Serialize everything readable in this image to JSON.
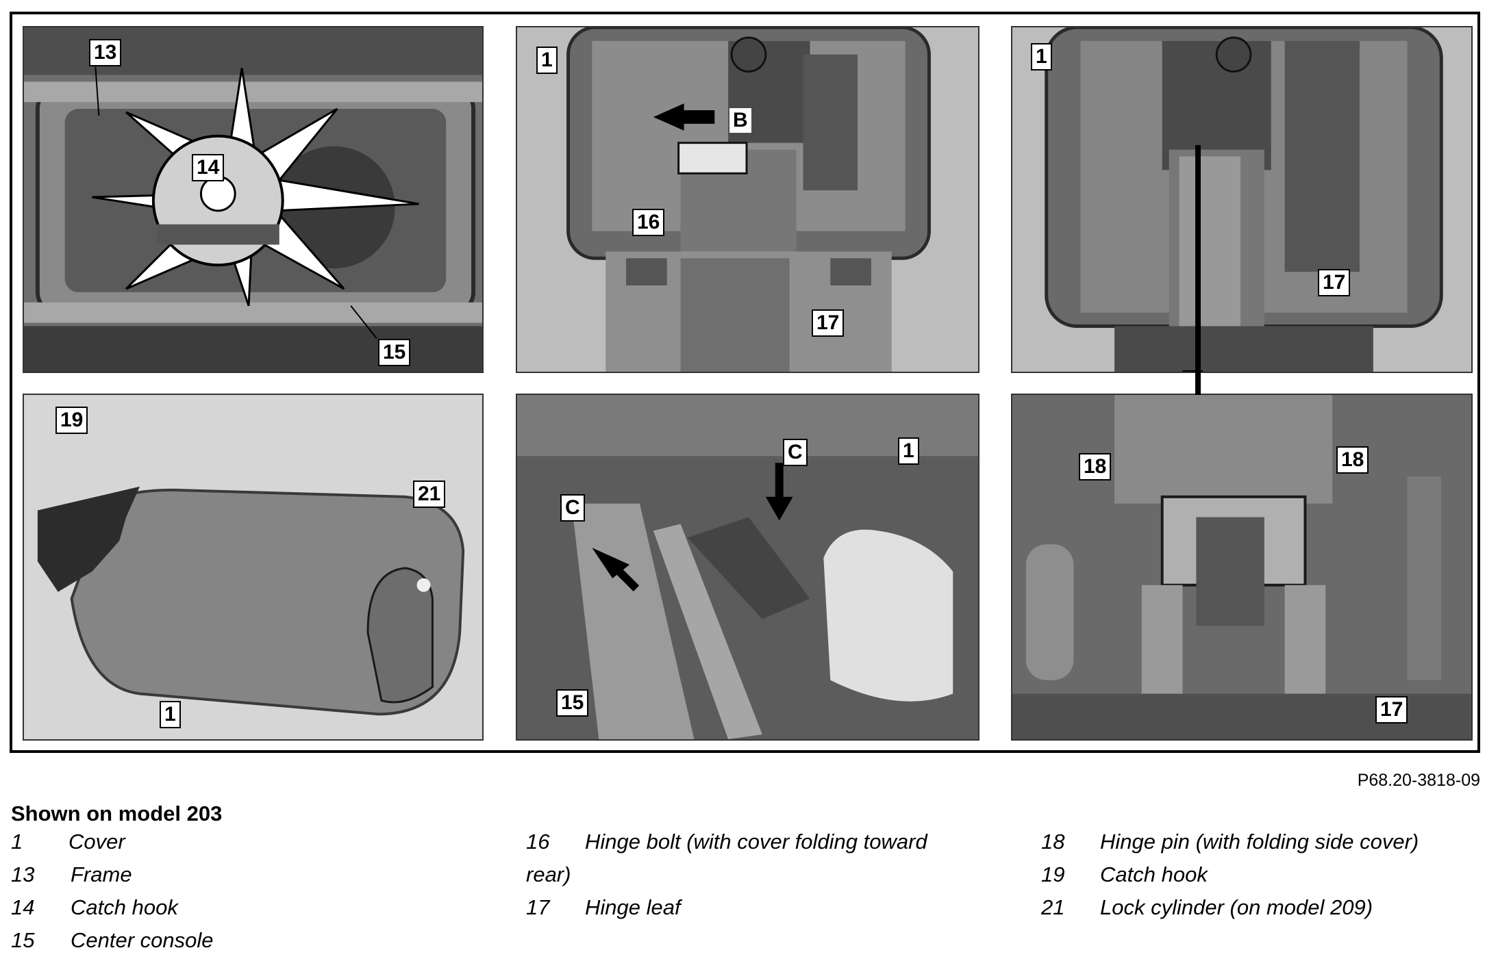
{
  "figure_id": "P68.20-3818-09",
  "panels": {
    "p1": {
      "callouts": [
        "13",
        "14",
        "15"
      ]
    },
    "p2": {
      "callouts": [
        "1",
        "B",
        "16",
        "17"
      ]
    },
    "p3": {
      "callouts": [
        "1",
        "17"
      ]
    },
    "p4": {
      "callouts": [
        "19",
        "21",
        "1"
      ]
    },
    "p5": {
      "callouts": [
        "1",
        "C",
        "C",
        "15"
      ]
    },
    "p6": {
      "callouts": [
        "18",
        "18",
        "17"
      ]
    }
  },
  "caption": {
    "title": "Shown on model 203",
    "legend": [
      {
        "num": "1",
        "desc": "Cover"
      },
      {
        "num": "13",
        "desc": "Frame"
      },
      {
        "num": "14",
        "desc": "Catch hook"
      },
      {
        "num": "15",
        "desc": "Center console"
      },
      {
        "num": "16",
        "desc": "Hinge bolt (with cover folding toward",
        "desc_cont": "rear)"
      },
      {
        "num": "17",
        "desc": "Hinge leaf"
      },
      {
        "num": "18",
        "desc": "Hinge pin (with folding side cover)"
      },
      {
        "num": "19",
        "desc": "Catch hook"
      },
      {
        "num": "21",
        "desc": "Lock cylinder (on model 209)"
      }
    ]
  }
}
